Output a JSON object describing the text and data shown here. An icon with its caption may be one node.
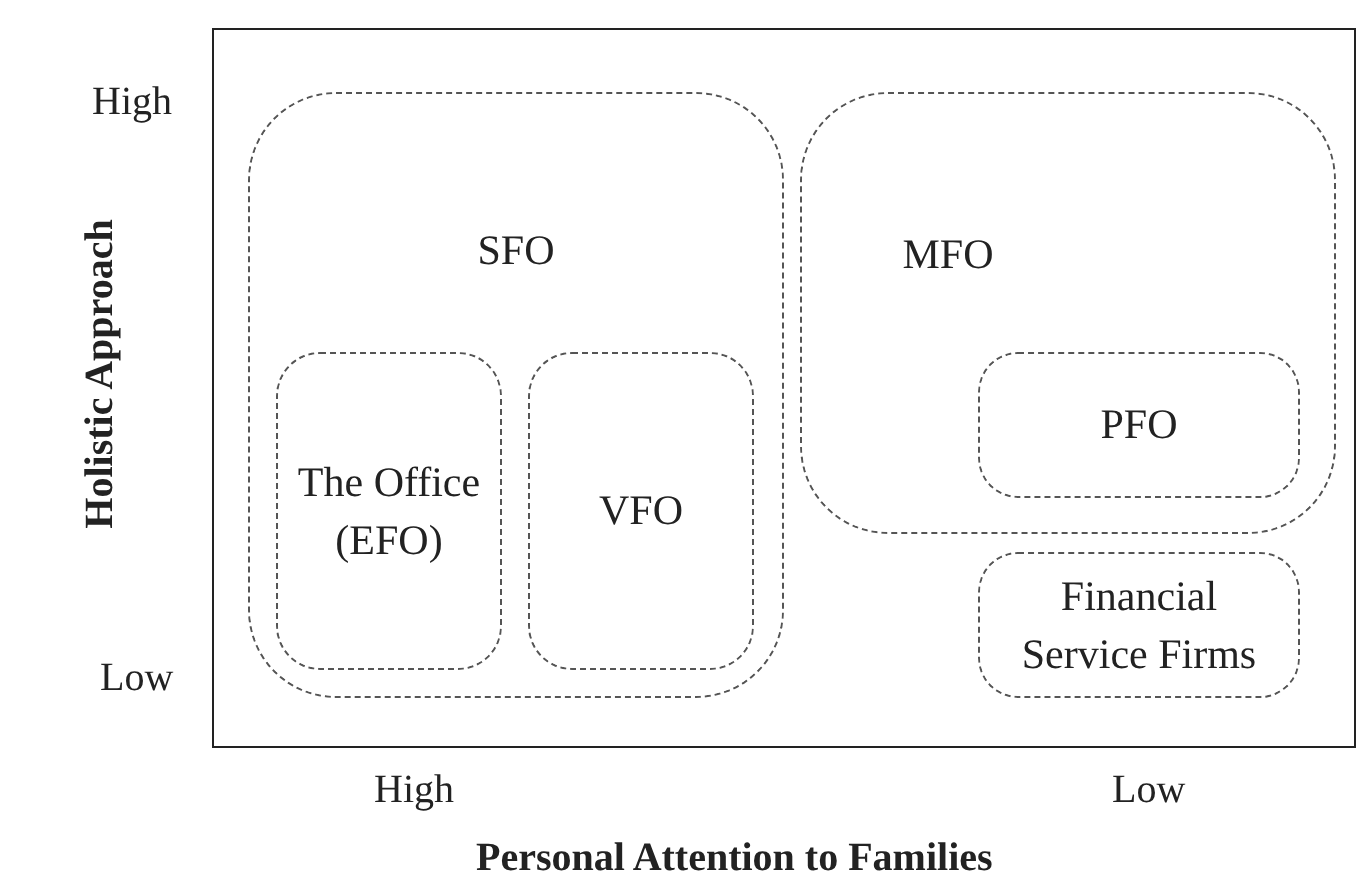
{
  "diagram": {
    "nodes": [
      {
        "text": [
          "SFO"
        ]
      },
      {
        "text": [
          "The Office (EFO)"
        ],
        "in": 0
      },
      {
        "text": [
          "VFO"
        ],
        "in": 0
      },
      {
        "text": [
          "MFO"
        ]
      },
      {
        "text": [
          "PFO"
        ],
        "in": 3
      },
      {
        "text": [
          "Financial Service Firms"
        ]
      }
    ],
    "labels": [
      "High",
      "Holistic Approach",
      "Low",
      "High",
      "Low",
      "Personal Attention to Families"
    ]
  }
}
